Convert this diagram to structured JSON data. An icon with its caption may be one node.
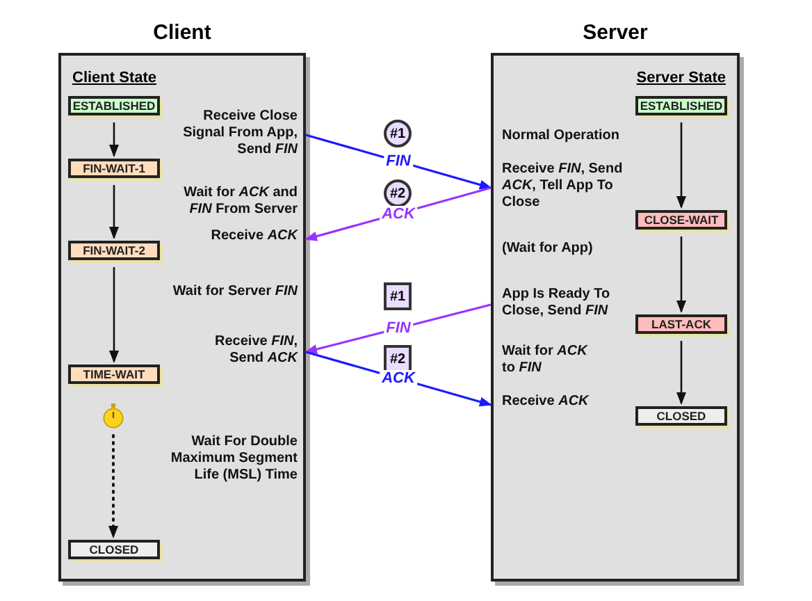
{
  "diagram": {
    "nodes": [
      {
        "text": [
          "Client",
          "Client State"
        ]
      },
      {
        "text": [
          "ESTABLISHED"
        ],
        "in": 0
      },
      {
        "text": [
          "FIN-WAIT-1"
        ],
        "in": 0
      },
      {
        "text": [
          "FIN-WAIT-2"
        ],
        "in": 0
      },
      {
        "text": [
          "TIME-WAIT"
        ],
        "in": 0
      },
      {
        "text": [
          "CLOSED"
        ],
        "in": 0
      },
      {
        "text": [],
        "shape": "picture",
        "in": 0
      },
      {
        "text": [
          "Receive Close Signal From App, Send *FIN*"
        ],
        "in": 0
      },
      {
        "text": [
          "Receive *ACK*"
        ],
        "in": 0
      },
      {
        "text": [
          "Receive *FIN*, Send *ACK*"
        ],
        "in": 0
      },
      {
        "text": [
          "Server",
          "Server State"
        ]
      },
      {
        "text": [
          "ESTABLISHED"
        ],
        "in": 10
      },
      {
        "text": [
          "CLOSE-WAIT"
        ],
        "in": 10
      },
      {
        "text": [
          "LAST-ACK"
        ],
        "in": 10
      },
      {
        "text": [
          "CLOSED"
        ],
        "in": 10
      },
      {
        "text": [
          "Receive *FIN*, Send *ACK*, Tell App To Close"
        ],
        "in": 10
      },
      {
        "text": [
          "App Is Ready To Close, Send *FIN*"
        ],
        "in": 10
      },
      {
        "text": [
          "Receive *ACK*"
        ],
        "in": 10
      },
      {
        "text": [
          "#1"
        ]
      },
      {
        "text": [
          "#2"
        ]
      },
      {
        "text": [
          "#1"
        ]
      },
      {
        "text": [
          "#2"
        ]
      }
    ],
    "edges": [
      {
        "from": 7,
        "to": 15,
        "arrow": "to",
        "label": "FIN",
        "color": "#1a1aff"
      },
      {
        "from": 15,
        "to": 8,
        "arrow": "to",
        "label": "ACK",
        "color": "#9933ff"
      },
      {
        "from": 16,
        "to": 9,
        "arrow": "to",
        "label": "FIN",
        "color": "#9933ff"
      },
      {
        "from": 9,
        "to": 17,
        "arrow": "to",
        "label": "ACK",
        "color": "#1a1aff"
      },
      {
        "from": 1,
        "to": 2,
        "arrow": "to"
      },
      {
        "from": 2,
        "to": 3,
        "arrow": "to"
      },
      {
        "from": 3,
        "to": 4,
        "arrow": "to"
      },
      {
        "from": 6,
        "to": 5,
        "arrow": "to",
        "style": "dashed"
      },
      {
        "from": 11,
        "to": 12,
        "arrow": "to"
      },
      {
        "from": 12,
        "to": 13,
        "arrow": "to"
      },
      {
        "from": 13,
        "to": 14,
        "arrow": "to"
      }
    ],
    "labels": [
      "Wait for *ACK* and *FIN* From Server",
      "Wait for Server *FIN*",
      "Wait For Double Maximum Segment Life (MSL) Time",
      "Normal Operation",
      "(Wait for App)",
      "Wait for *ACK* to *FIN*"
    ]
  }
}
